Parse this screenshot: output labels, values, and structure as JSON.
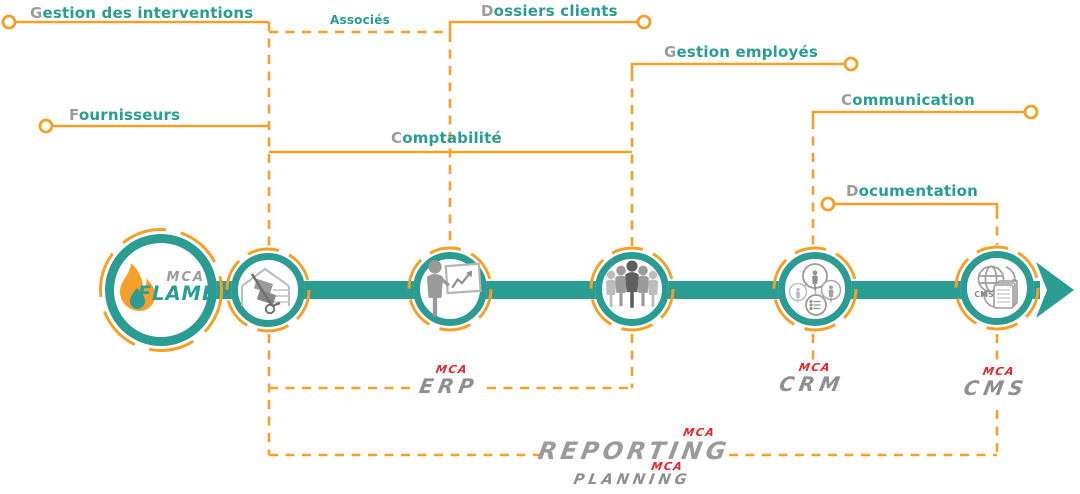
{
  "colors": {
    "teal": "#2A9C92",
    "orange": "#F5A028",
    "gray_text": "#9b9b9b",
    "product_gray": "#8f8f8f",
    "red": "#E5262E"
  },
  "brand": {
    "mca": "MCA",
    "name": "FLAME"
  },
  "features": {
    "gestion_interventions": "Gestion des interventions",
    "fournisseurs": "Fournisseurs",
    "associes": "Associés",
    "dossiers_clients": "Dossiers clients",
    "comptabilite": "Comptabilité",
    "gestion_employes": "Gestion employés",
    "communication": "Communication",
    "documentation": "Documentation"
  },
  "products": {
    "erp": {
      "prefix": "MCA",
      "name": "ERP"
    },
    "crm": {
      "prefix": "MCA",
      "name": "CRM"
    },
    "cms": {
      "prefix": "MCA",
      "name": "CMS"
    },
    "reporting": {
      "prefix": "MCA",
      "name": "REPORTING"
    },
    "planning": {
      "prefix": "MCA",
      "name": "PLANNING"
    }
  },
  "icons": {
    "node1": "flame-drop-logo",
    "node2": "hand-truck-warehouse-icon",
    "node3": "presenter-whiteboard-icon",
    "node4": "people-group-icon",
    "node5": "contacts-network-icon",
    "node6": "globe-documents-icon",
    "cms_label": "CMS"
  }
}
